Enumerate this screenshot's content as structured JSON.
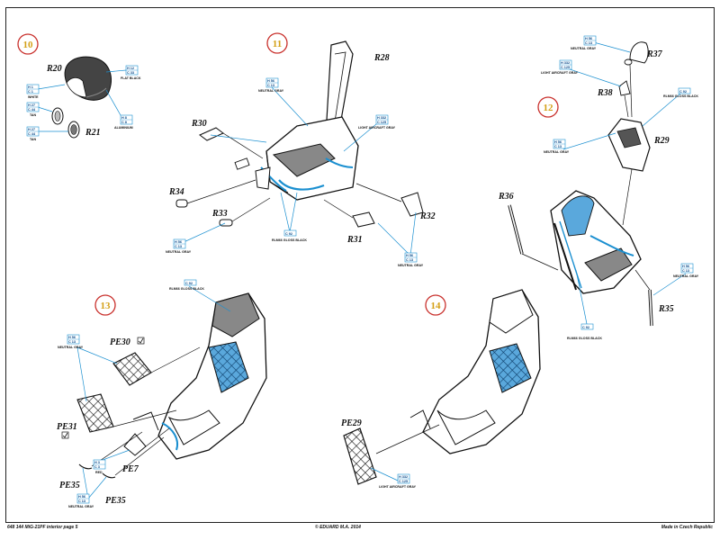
{
  "footer": {
    "left": "648 144   MiG-21PF interior   page 5",
    "center": "© EDUARD  M.A. 2014",
    "right": "Made in Czech Republic"
  },
  "steps": [
    {
      "num": "10"
    },
    {
      "num": "11"
    },
    {
      "num": "12"
    },
    {
      "num": "13"
    },
    {
      "num": "14"
    }
  ],
  "parts": {
    "r20": "R20",
    "r21": "R21",
    "r28": "R28",
    "r29": "R29",
    "r30": "R30",
    "r31": "R31",
    "r32": "R32",
    "r33": "R33",
    "r34": "R34",
    "r35": "R35",
    "r36": "R36",
    "r37": "R37",
    "r38": "R38",
    "pe7": "PE7",
    "pe29": "PE29",
    "pe30": "PE30",
    "pe31": "PE31",
    "pe35a": "PE35",
    "pe35b": "PE35"
  },
  "colors": {
    "flat_black": {
      "codes": [
        "H 12",
        "C 33"
      ],
      "name": "FLAT BLACK"
    },
    "white": {
      "codes": [
        "H 1",
        "C 1"
      ],
      "name": "WHITE"
    },
    "tan": {
      "codes": [
        "H 27",
        "C 44"
      ],
      "name": "TAN"
    },
    "tan2": {
      "codes": [
        "H 27",
        "C 44"
      ],
      "name": "TAN"
    },
    "aluminium": {
      "codes": [
        "H 8",
        "C 8"
      ],
      "name": "ALUMINIUM"
    },
    "neutral_gray_11": {
      "codes": [
        "H 56",
        "C 13"
      ],
      "name": "NEUTRAL GRAY"
    },
    "light_aircraft_gray_11": {
      "codes": [
        "H 332",
        "C 125"
      ],
      "name": "LIGHT AIRCRAFT GRAY"
    },
    "neutral_gray_34": {
      "codes": [
        "H 56",
        "C 13"
      ],
      "name": "NEUTRAL GRAY"
    },
    "rlm66_11": {
      "codes": [
        "C 92"
      ],
      "name": "RLM66 GLOSS BLACK"
    },
    "neutral_gray_32": {
      "codes": [
        "H 56",
        "C 13"
      ],
      "name": "NEUTRAL GRAY"
    },
    "neutral_gray_12": {
      "codes": [
        "H 56",
        "C 13"
      ],
      "name": "NEUTRAL GRAY"
    },
    "light_aircraft_gray_12": {
      "codes": [
        "H 332",
        "C 125"
      ],
      "name": "LIGHT AIRCRAFT GRAY"
    },
    "rlm66_12a": {
      "codes": [
        "C 92"
      ],
      "name": "RLM66 GLOSS BLACK"
    },
    "neutral_gray_12b": {
      "codes": [
        "H 56",
        "C 13"
      ],
      "name": "NEUTRAL GRAY"
    },
    "rlm66_12b": {
      "codes": [
        "C 92"
      ],
      "name": "RLM66 GLOSS BLACK"
    },
    "neutral_gray_35": {
      "codes": [
        "H 56",
        "C 13"
      ],
      "name": "NEUTRAL GRAY"
    },
    "rlm66_13": {
      "codes": [
        "C 92"
      ],
      "name": "RLM66 GLOSS BLACK"
    },
    "neutral_gray_13": {
      "codes": [
        "H 56",
        "C 13"
      ],
      "name": "NEUTRAL GRAY"
    },
    "red": {
      "codes": [
        "H 3",
        "C 3"
      ],
      "name": "RED"
    },
    "neutral_gray_13b": {
      "codes": [
        "H 56",
        "C 13"
      ],
      "name": "NEUTRAL GRAY"
    },
    "light_aircraft_gray_14": {
      "codes": [
        "H 332",
        "C 125"
      ],
      "name": "LIGHT AIRCRAFT GRAY"
    }
  }
}
